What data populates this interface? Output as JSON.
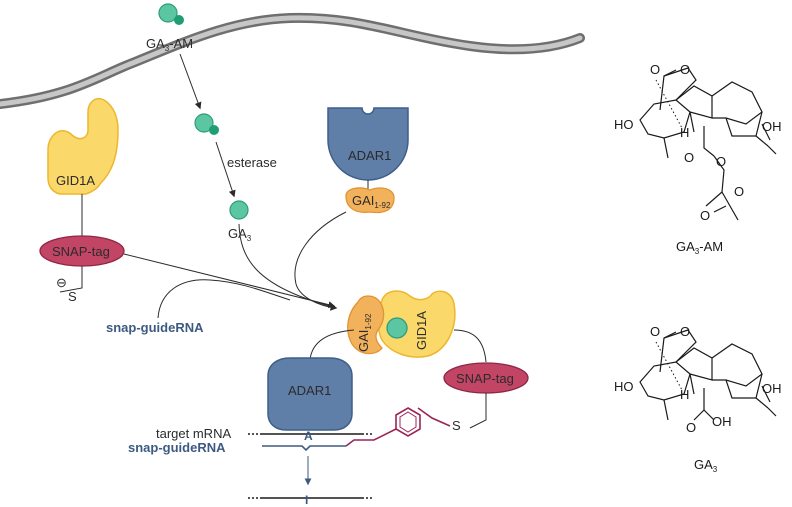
{
  "labels": {
    "ga3_am_top": "GA",
    "ga3_am_top_sub": "3",
    "ga3_am_top_suffix": "-AM",
    "esterase": "esterase",
    "ga3_mid": "GA",
    "ga3_mid_sub": "3",
    "adar1_top": "ADAR1",
    "gai_top": "GAI",
    "gai_top_sub": "1-92",
    "gid1a_left": "GID1A",
    "snap_tag_left": "SNAP-tag",
    "thiolate_s": "S",
    "thiolate_charge": "⊖",
    "snap_guide_left": "snap-guideRNA",
    "gai_complex": "GAI",
    "gai_complex_sub": "1-92",
    "gid1a_complex": "GID1A",
    "snap_tag_right": "SNAP-tag",
    "adar1_bottom": "ADAR1",
    "target_mrna": "target mRNA",
    "snap_guide_bottom": "snap-guideRNA",
    "base_a": "A",
    "base_i": "I",
    "linker_s": "S"
  },
  "structures": {
    "ga3_am_name": "GA",
    "ga3_am_name_sub": "3",
    "ga3_am_name_suffix": "-AM",
    "ga3_name": "GA",
    "ga3_name_sub": "3",
    "atom_o": "O",
    "atom_ho": "HO",
    "atom_oh": "OH",
    "atom_h": "H"
  },
  "colors": {
    "membrane": "#8a8a8a",
    "teal": "#5cc6a3",
    "teal_dark": "#2d9c7c",
    "adar": "#5f7ea8",
    "adar_dark": "#3f5f8a",
    "gai": "#f2b25c",
    "gai_dark": "#e29333",
    "gid": "#fbd86a",
    "gid_dark": "#ecb730",
    "snap": "#c24566",
    "snap_dark": "#8f2646",
    "linker": "#9b2457",
    "guide_blue": "#3d5a80"
  }
}
